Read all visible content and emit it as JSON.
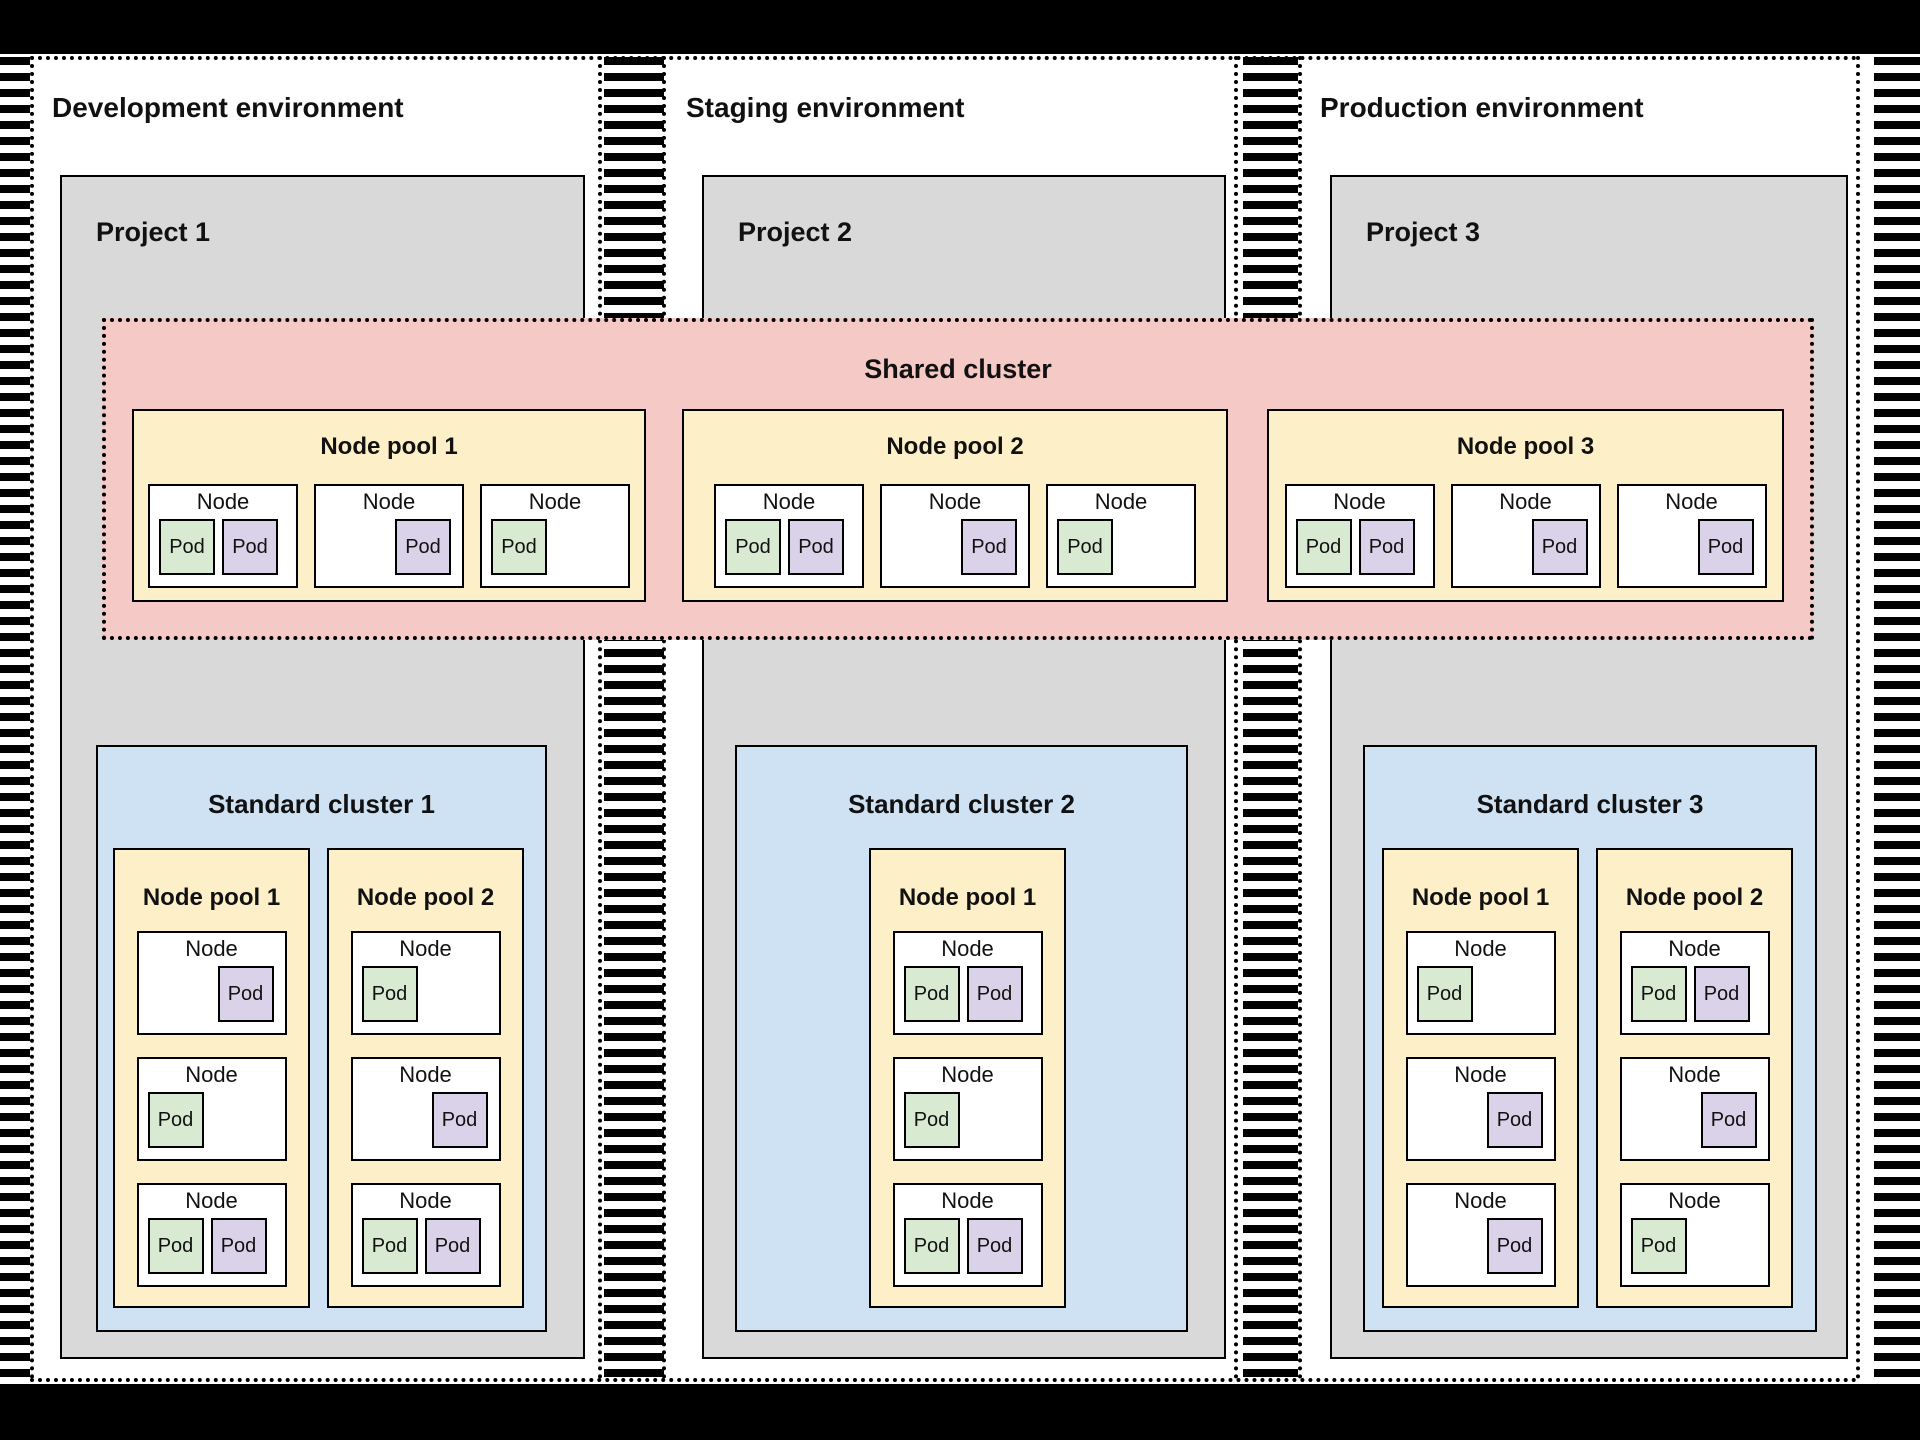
{
  "labels": {
    "node": "Node",
    "pod": "Pod"
  },
  "colors": {
    "pink": "#f4c9c6",
    "yellow": "#fdefc8",
    "blue": "#cfe2f3",
    "gray": "#d9d9d9",
    "green": "#d9ead3",
    "purple": "#d9d2e9",
    "border": "#000000"
  },
  "environments": [
    {
      "title": "Development environment",
      "project": {
        "title": "Project 1"
      }
    },
    {
      "title": "Staging environment",
      "project": {
        "title": "Project 2"
      }
    },
    {
      "title": "Production environment",
      "project": {
        "title": "Project 3"
      }
    }
  ],
  "shared_cluster": {
    "title": "Shared cluster",
    "node_pools": [
      {
        "title": "Node pool 1",
        "nodes": [
          {
            "pods": [
              "green",
              "purple"
            ],
            "align": "left"
          },
          {
            "pods": [
              "purple"
            ],
            "align": "right"
          },
          {
            "pods": [
              "green"
            ],
            "align": "left"
          }
        ]
      },
      {
        "title": "Node pool 2",
        "nodes": [
          {
            "pods": [
              "green",
              "purple"
            ],
            "align": "left"
          },
          {
            "pods": [
              "purple"
            ],
            "align": "right"
          },
          {
            "pods": [
              "green"
            ],
            "align": "left"
          }
        ]
      },
      {
        "title": "Node pool 3",
        "nodes": [
          {
            "pods": [
              "green",
              "purple"
            ],
            "align": "left"
          },
          {
            "pods": [
              "purple"
            ],
            "align": "right"
          },
          {
            "pods": [
              "purple"
            ],
            "align": "right"
          }
        ]
      }
    ]
  },
  "standard_clusters": [
    {
      "title": "Standard cluster 1",
      "node_pools": [
        {
          "title": "Node pool 1",
          "nodes": [
            {
              "pods": [
                "purple"
              ],
              "align": "right"
            },
            {
              "pods": [
                "green"
              ],
              "align": "left"
            },
            {
              "pods": [
                "green",
                "purple"
              ],
              "align": "left"
            }
          ]
        },
        {
          "title": "Node pool 2",
          "nodes": [
            {
              "pods": [
                "green"
              ],
              "align": "left"
            },
            {
              "pods": [
                "purple"
              ],
              "align": "right"
            },
            {
              "pods": [
                "green",
                "purple"
              ],
              "align": "left"
            }
          ]
        }
      ]
    },
    {
      "title": "Standard cluster 2",
      "node_pools": [
        {
          "title": "Node pool 1",
          "nodes": [
            {
              "pods": [
                "green",
                "purple"
              ],
              "align": "left"
            },
            {
              "pods": [
                "green"
              ],
              "align": "left"
            },
            {
              "pods": [
                "green",
                "purple"
              ],
              "align": "left"
            }
          ]
        }
      ]
    },
    {
      "title": "Standard cluster 3",
      "node_pools": [
        {
          "title": "Node pool 1",
          "nodes": [
            {
              "pods": [
                "green"
              ],
              "align": "left"
            },
            {
              "pods": [
                "purple"
              ],
              "align": "right"
            },
            {
              "pods": [
                "purple"
              ],
              "align": "right"
            }
          ]
        },
        {
          "title": "Node pool 2",
          "nodes": [
            {
              "pods": [
                "green",
                "purple"
              ],
              "align": "left"
            },
            {
              "pods": [
                "purple"
              ],
              "align": "right"
            },
            {
              "pods": [
                "green"
              ],
              "align": "left"
            }
          ]
        }
      ]
    }
  ]
}
